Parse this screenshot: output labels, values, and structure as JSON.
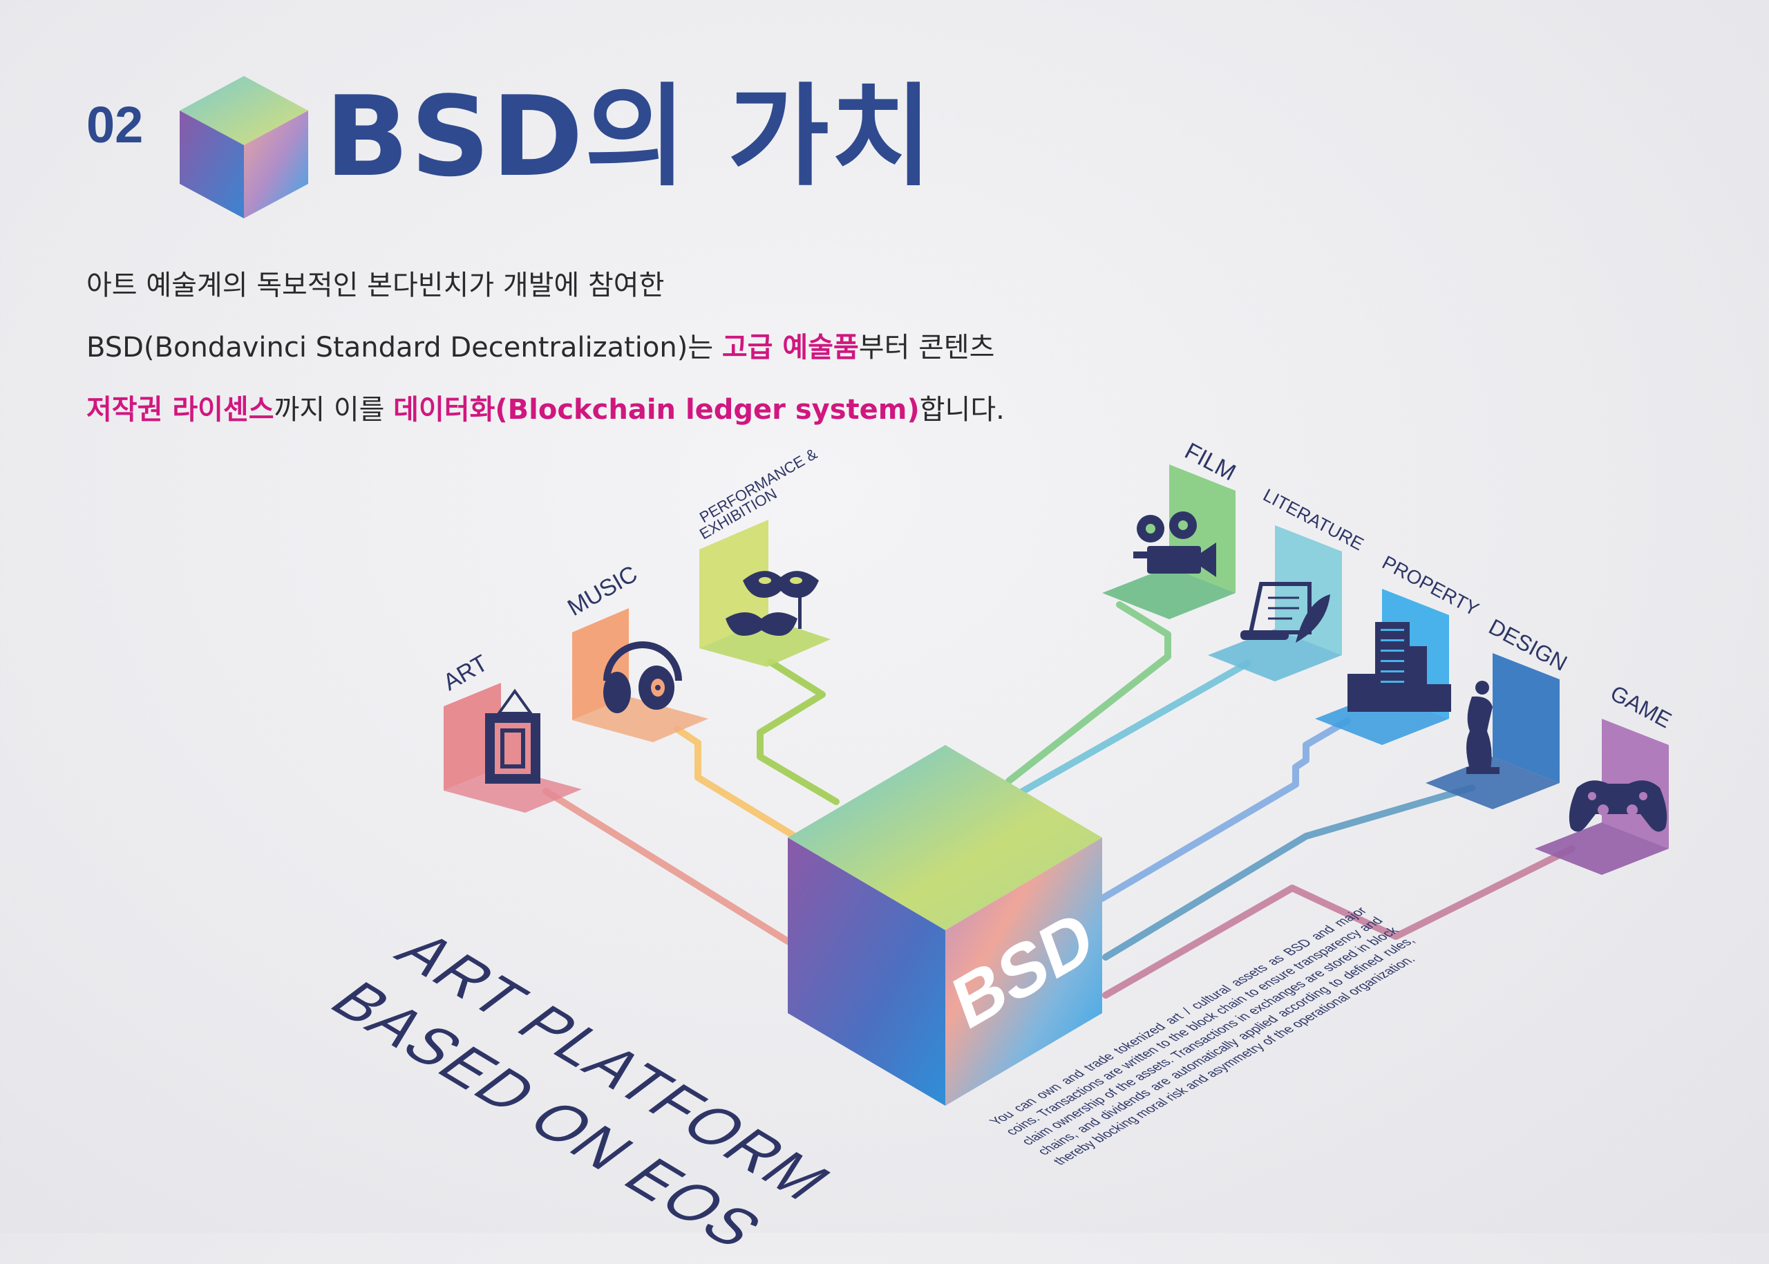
{
  "header": {
    "number": "02",
    "title": "BSD의 가치"
  },
  "description": {
    "line1": "아트 예술계의 독보적인 본다빈치가 개발에 참여한",
    "line2_a": "BSD(Bondavinci Standard Decentralization)는 ",
    "line2_hl": "고급 예술품",
    "line2_b": "부터 콘텐츠",
    "line3_hl1": "저작권 라이센스",
    "line3_a": "까지 이를 ",
    "line3_hl2": "데이터화(Blockchain ledger system)",
    "line3_b": "합니다."
  },
  "cube_label": "BSD",
  "categories": {
    "art": "ART",
    "music": "MUSIC",
    "performance_1": "PERFORMANCE &",
    "performance_2": "EXHIBITION",
    "film": "FILM",
    "literature": "LITERATURE",
    "property": "PROPERTY",
    "design": "DESIGN",
    "game": "GAME"
  },
  "icons": {
    "art": "picture-frame-icon",
    "music": "headphones-icon",
    "performance": "masquerade-mask-icon",
    "film": "film-camera-icon",
    "literature": "scroll-quill-icon",
    "property": "buildings-icon",
    "design": "venus-statue-icon",
    "game": "gamepad-icon"
  },
  "slogan": {
    "line1": "ART PLATFORM",
    "line2": "BASED ON EOS"
  },
  "small_text": "You can own and trade tokenized art / cultural assets as BSD and major coins. Transactions are written to the block chain to ensure transparency and claim ownership of the assets. Transactions in exchanges are stored in block chains, and dividends are automatically applied according to defined rules, thereby blocking moral risk and asymmetry of the operational organization.",
  "colors": {
    "title": "#2f4a8f",
    "highlight": "#d0177f",
    "art": "#e37c8a",
    "music": "#f0a86e",
    "performance": "#b9d86a",
    "film": "#6cc083",
    "literature": "#62c0d8",
    "property": "#3a9ee0",
    "design": "#3a6fb2",
    "game": "#9a64a8"
  }
}
